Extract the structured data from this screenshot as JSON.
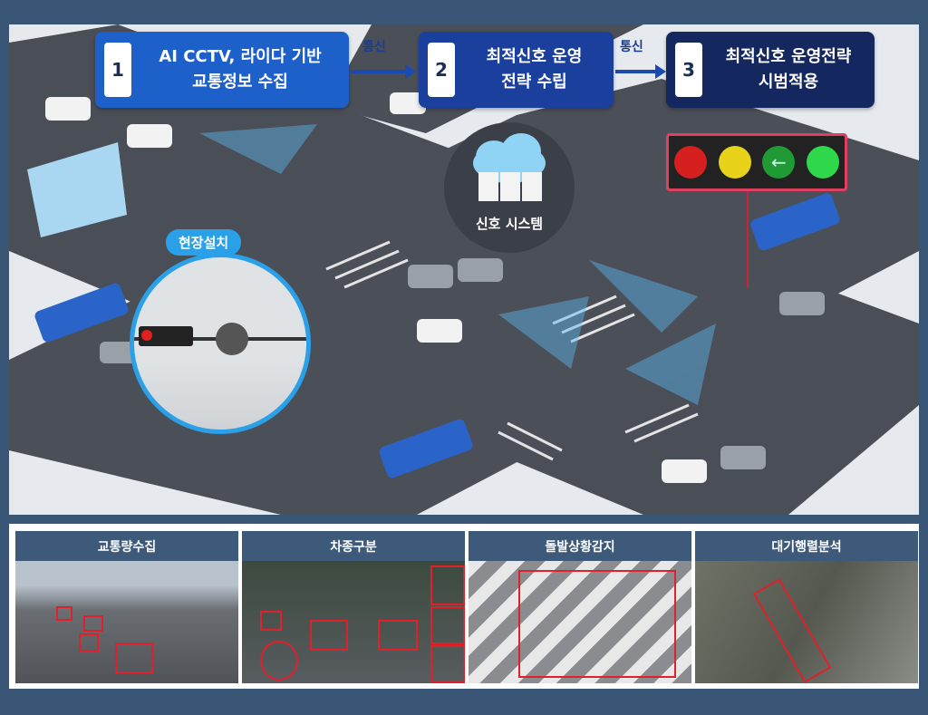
{
  "steps": [
    {
      "num": "1",
      "text": "AI CCTV, 라이다 기반\n교통정보 수집",
      "line1": "AI CCTV, 라이다 기반",
      "line2": "교통정보 수집"
    },
    {
      "num": "2",
      "line1": "최적신호 운영",
      "line2": "전략 수립"
    },
    {
      "num": "3",
      "line1": "최적신호 운영전략",
      "line2": "시범적용"
    }
  ],
  "comm_label": "통신",
  "signal_system_label": "신호 시스템",
  "field_install_label": "현장설치",
  "traffic_light": {
    "colors": [
      "#d62020",
      "#e8d21a",
      "#1f9a35",
      "#2ed84a"
    ],
    "icons": [
      "red-lamp",
      "yellow-lamp",
      "left-arrow-lamp",
      "green-lamp"
    ]
  },
  "features": [
    {
      "label": "교통량수집"
    },
    {
      "label": "차종구분"
    },
    {
      "label": "돌발상황감지"
    },
    {
      "label": "대기행렬분석"
    }
  ]
}
